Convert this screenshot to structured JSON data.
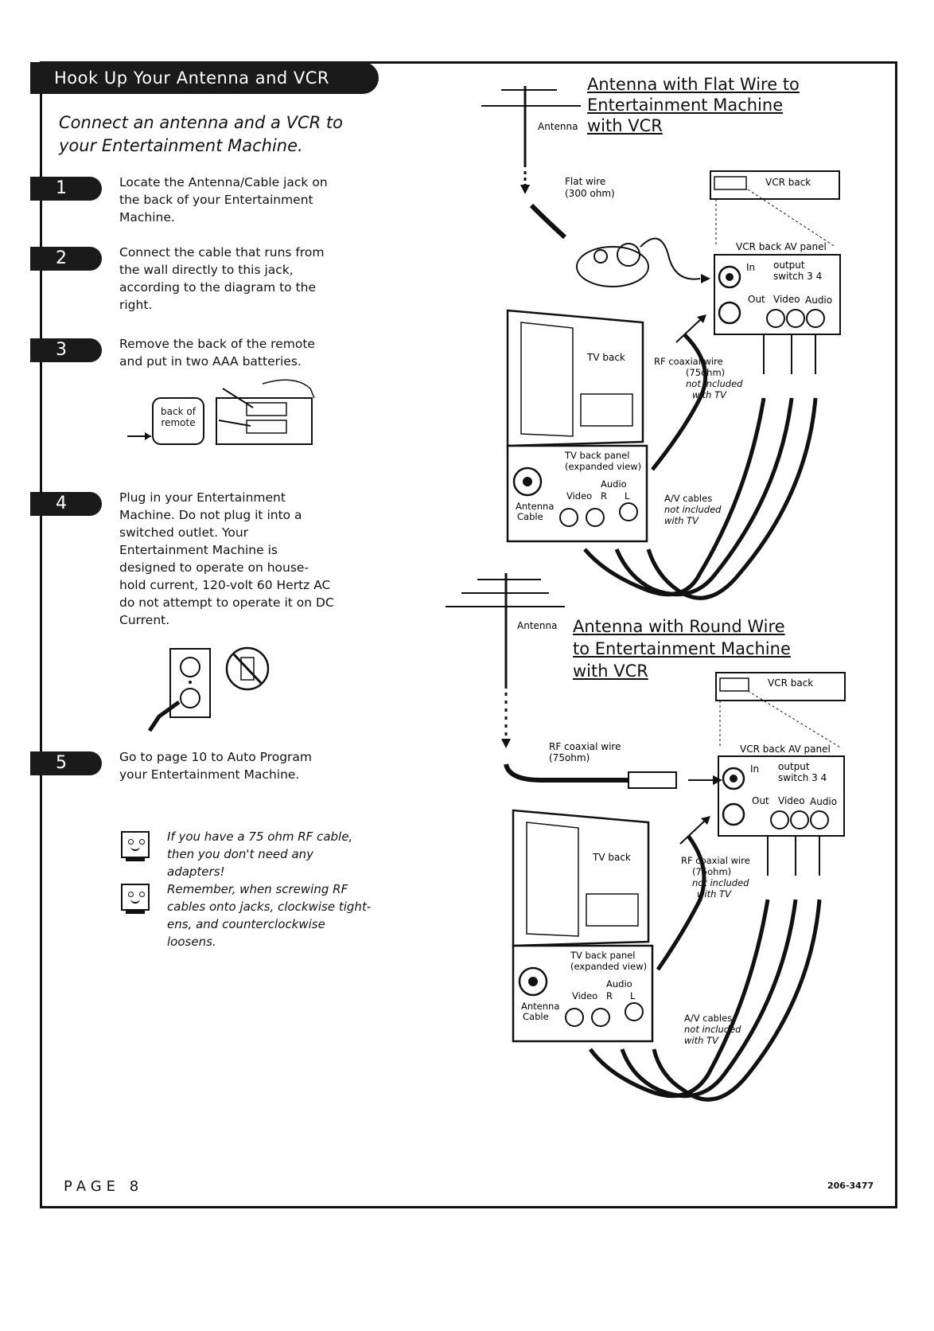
{
  "header": {
    "title": "Hook Up Your Antenna and VCR"
  },
  "intro": "Connect an antenna and a VCR to your Entertainment Machine.",
  "steps": [
    {
      "num": "1",
      "text": "Locate the Antenna/Cable jack on the back of your Entertainment Machine."
    },
    {
      "num": "2",
      "text": "Connect the cable that runs from the wall directly to this jack, according to the diagram to the right."
    },
    {
      "num": "3",
      "text": "Remove the back of the remote and put in two AAA batteries."
    },
    {
      "num": "4",
      "text": "Plug in your Entertainment Machine. Do not plug it into a switched outlet. Your Entertainment Machine is designed to operate on house-hold current, 120-volt 60 Hertz AC do not attempt to operate it on DC Current."
    },
    {
      "num": "5",
      "text": "Go to page 10 to Auto Program your Entertainment Machine."
    }
  ],
  "remote_label": "back of remote",
  "tips": [
    "If you have a 75 ohm RF cable, then you don't need any adapters!",
    "Remember, when screwing RF cables onto jacks, clockwise tight-ens, and counterclockwise loosens."
  ],
  "diagram1": {
    "heading": [
      "Antenna with Flat Wire to",
      "Entertainment Machine",
      "with VCR"
    ],
    "antenna": "Antenna",
    "flat_wire": [
      "Flat wire",
      "(300 ohm)"
    ],
    "vcr_back": "VCR back",
    "vcr_panel": "VCR back AV panel",
    "in": "In",
    "out": "Out",
    "output": "output",
    "switch": "switch 3 4",
    "video": "Video",
    "audio": "Audio",
    "tv_back": "TV back",
    "rf": [
      "RF coaxial wire",
      "(75ohm)",
      "not included",
      "with TV"
    ],
    "tv_panel": [
      "TV back panel",
      "(expanded view)"
    ],
    "antenna_cable": [
      "Antenna",
      "Cable"
    ],
    "panel_audio": "Audio",
    "panel_video": "Video",
    "r": "R",
    "l": "L",
    "av": [
      "A/V cables",
      "not included",
      "with TV"
    ]
  },
  "diagram2": {
    "heading": [
      "Antenna with Round Wire",
      "to Entertainment Machine",
      "with VCR"
    ],
    "antenna": "Antenna",
    "rf_wire": [
      "RF coaxial wire",
      "(75ohm)"
    ],
    "vcr_back": "VCR back",
    "vcr_panel": "VCR back AV panel",
    "in": "In",
    "out": "Out",
    "output": "output",
    "switch": "switch 3 4",
    "video": "Video",
    "audio": "Audio",
    "tv_back": "TV back",
    "rf": [
      "RF coaxial wire",
      "(75ohm)",
      "not included",
      "with TV"
    ],
    "tv_panel": [
      "TV back panel",
      "(expanded view)"
    ],
    "antenna_cable": [
      "Antenna",
      "Cable"
    ],
    "panel_audio": "Audio",
    "panel_video": "Video",
    "r": "R",
    "l": "L",
    "av": [
      "A/V cables",
      "not included",
      "with TV"
    ]
  },
  "footer": {
    "page": "PAGE 8",
    "code": "206-3477"
  }
}
